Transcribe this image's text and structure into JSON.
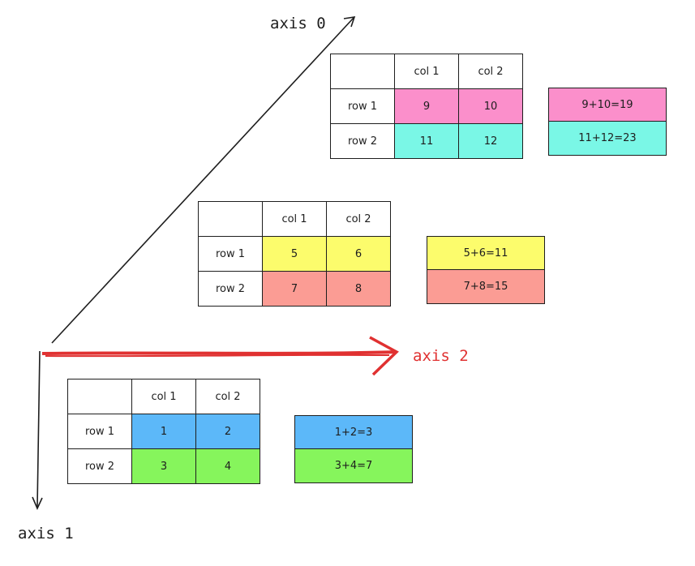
{
  "axes": {
    "axis0": "axis 0",
    "axis1": "axis 1",
    "axis2": "axis 2"
  },
  "colors": {
    "magenta": "#fb8fcb",
    "cyan": "#7af7e6",
    "yellow": "#fcfc6c",
    "salmon": "#fb9c94",
    "blue": "#5cb8f9",
    "green": "#86f55c",
    "axis2_red": "#e03131"
  },
  "tables": [
    {
      "col_headers": [
        "col 1",
        "col 2"
      ],
      "rows": [
        {
          "label": "row 1",
          "values": [
            "9",
            "10"
          ],
          "color": "magenta"
        },
        {
          "label": "row 2",
          "values": [
            "11",
            "12"
          ],
          "color": "cyan"
        }
      ],
      "sums": [
        "9+10=19",
        "11+12=23"
      ]
    },
    {
      "col_headers": [
        "col 1",
        "col 2"
      ],
      "rows": [
        {
          "label": "row 1",
          "values": [
            "5",
            "6"
          ],
          "color": "yellow"
        },
        {
          "label": "row 2",
          "values": [
            "7",
            "8"
          ],
          "color": "salmon"
        }
      ],
      "sums": [
        "5+6=11",
        "7+8=15"
      ]
    },
    {
      "col_headers": [
        "col 1",
        "col 2"
      ],
      "rows": [
        {
          "label": "row 1",
          "values": [
            "1",
            "2"
          ],
          "color": "blue"
        },
        {
          "label": "row 2",
          "values": [
            "3",
            "4"
          ],
          "color": "green"
        }
      ],
      "sums": [
        "1+2=3",
        "3+4=7"
      ]
    }
  ]
}
